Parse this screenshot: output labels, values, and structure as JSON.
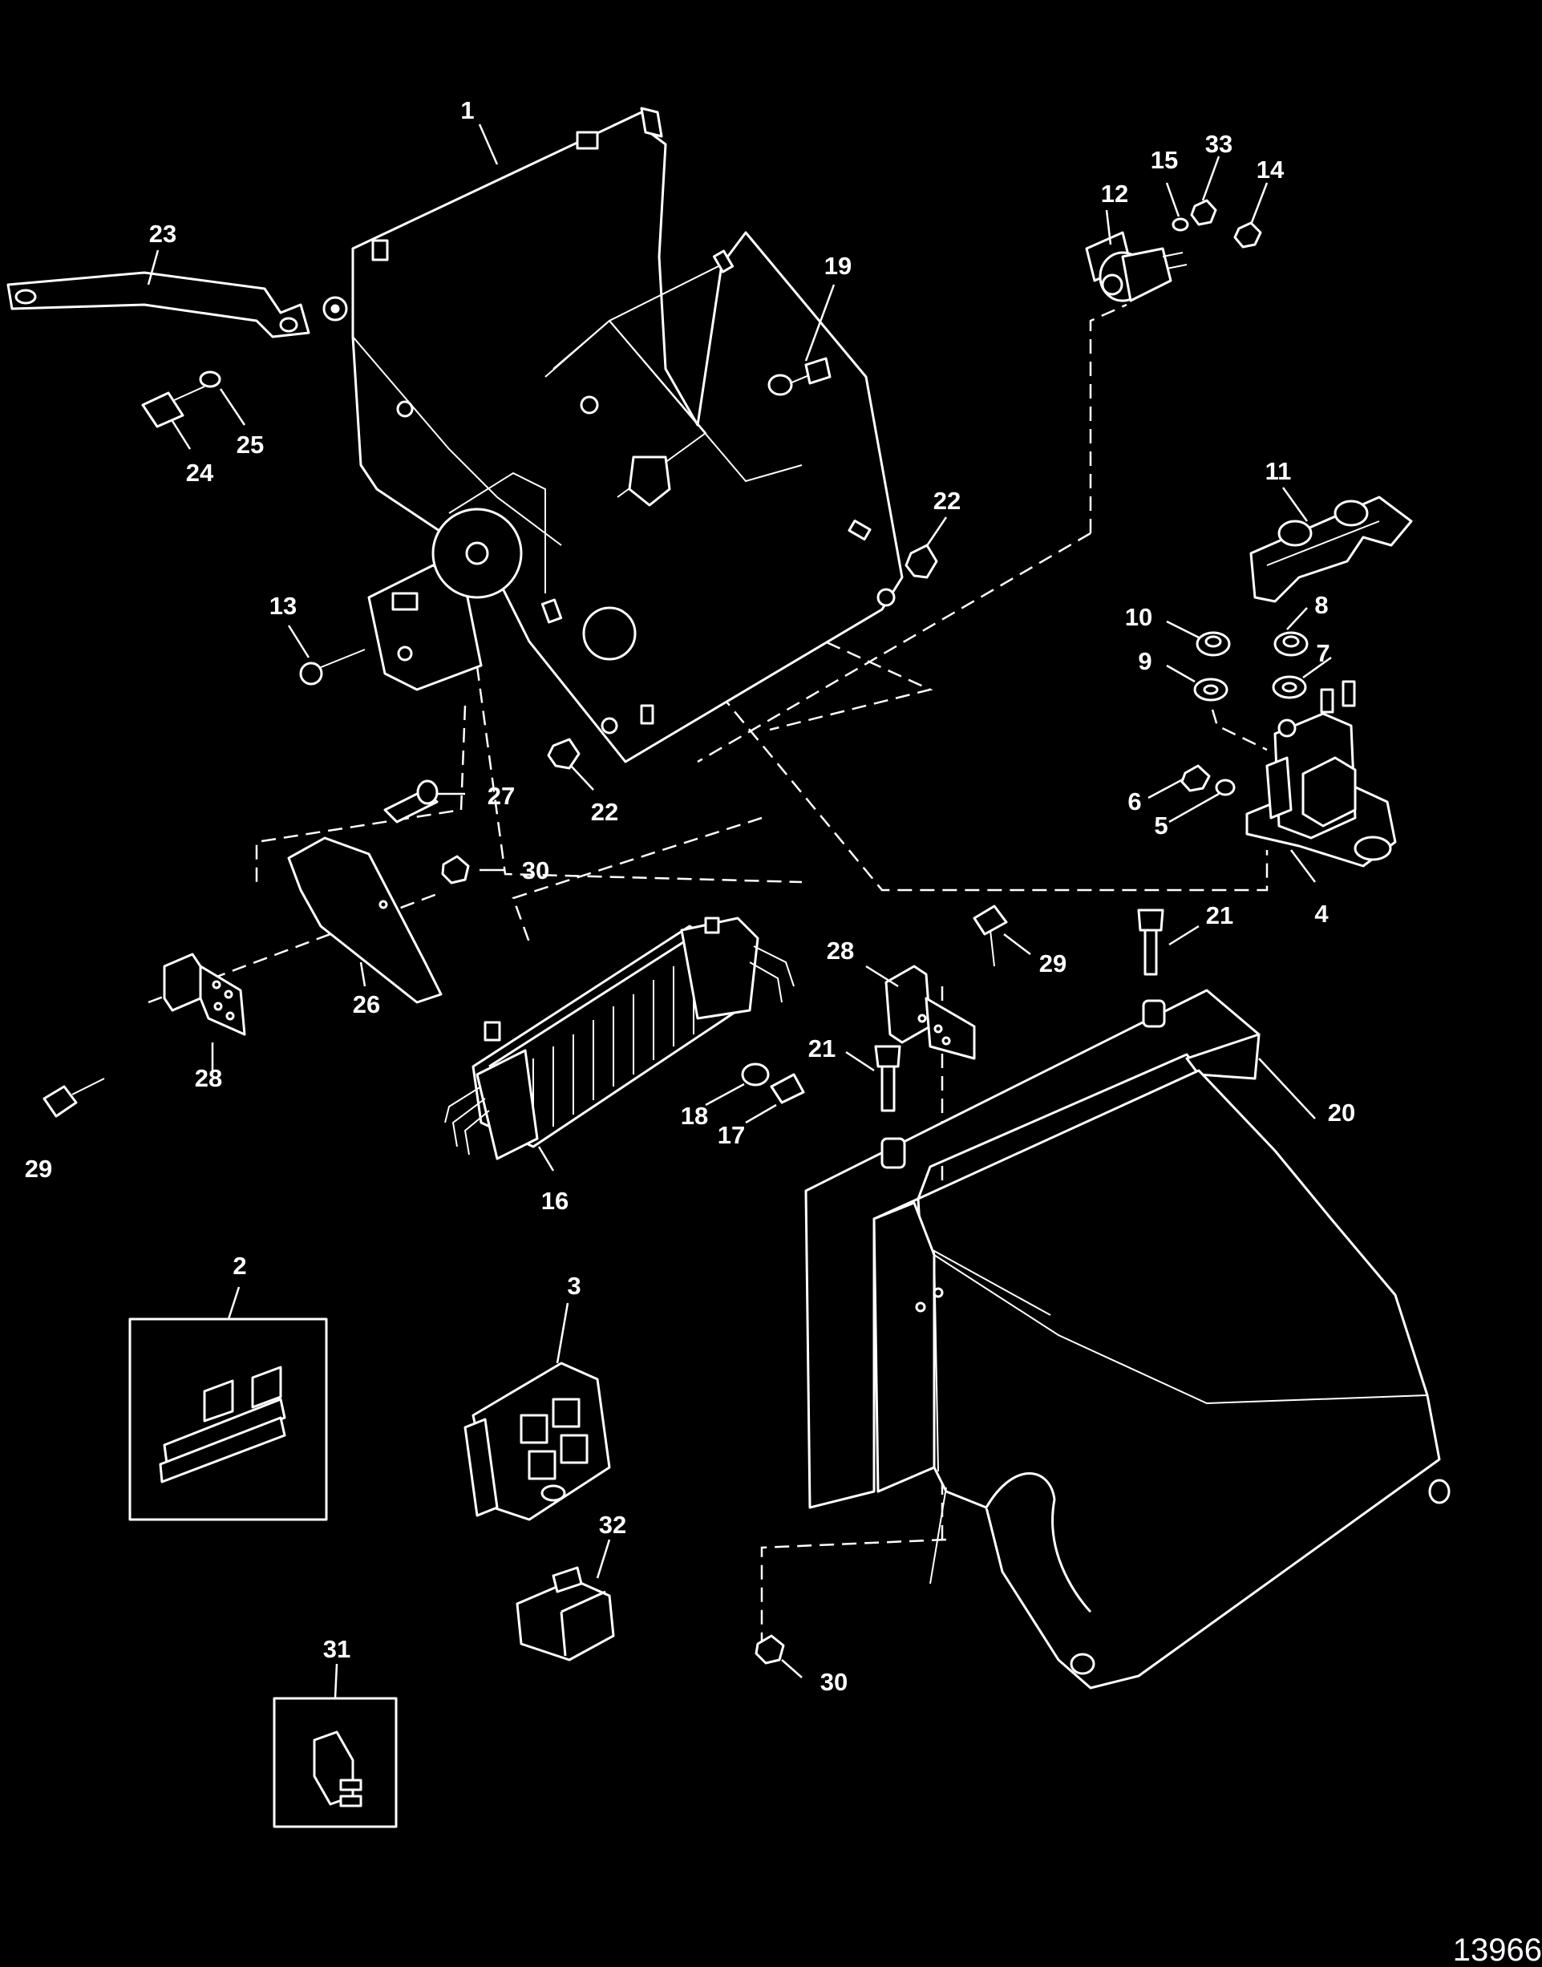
{
  "figure_id": "13966",
  "callouts": [
    {
      "num": "1"
    },
    {
      "num": "23"
    },
    {
      "num": "12"
    },
    {
      "num": "15"
    },
    {
      "num": "33"
    },
    {
      "num": "14"
    },
    {
      "num": "19"
    },
    {
      "num": "24"
    },
    {
      "num": "25"
    },
    {
      "num": "22"
    },
    {
      "num": "11"
    },
    {
      "num": "13"
    },
    {
      "num": "10"
    },
    {
      "num": "8"
    },
    {
      "num": "9"
    },
    {
      "num": "7"
    },
    {
      "num": "27"
    },
    {
      "num": "22"
    },
    {
      "num": "6"
    },
    {
      "num": "5"
    },
    {
      "num": "30"
    },
    {
      "num": "4"
    },
    {
      "num": "21"
    },
    {
      "num": "28"
    },
    {
      "num": "29"
    },
    {
      "num": "26"
    },
    {
      "num": "28"
    },
    {
      "num": "21"
    },
    {
      "num": "20"
    },
    {
      "num": "18"
    },
    {
      "num": "17"
    },
    {
      "num": "29"
    },
    {
      "num": "16"
    },
    {
      "num": "2"
    },
    {
      "num": "3"
    },
    {
      "num": "32"
    },
    {
      "num": "30"
    },
    {
      "num": "31"
    }
  ]
}
